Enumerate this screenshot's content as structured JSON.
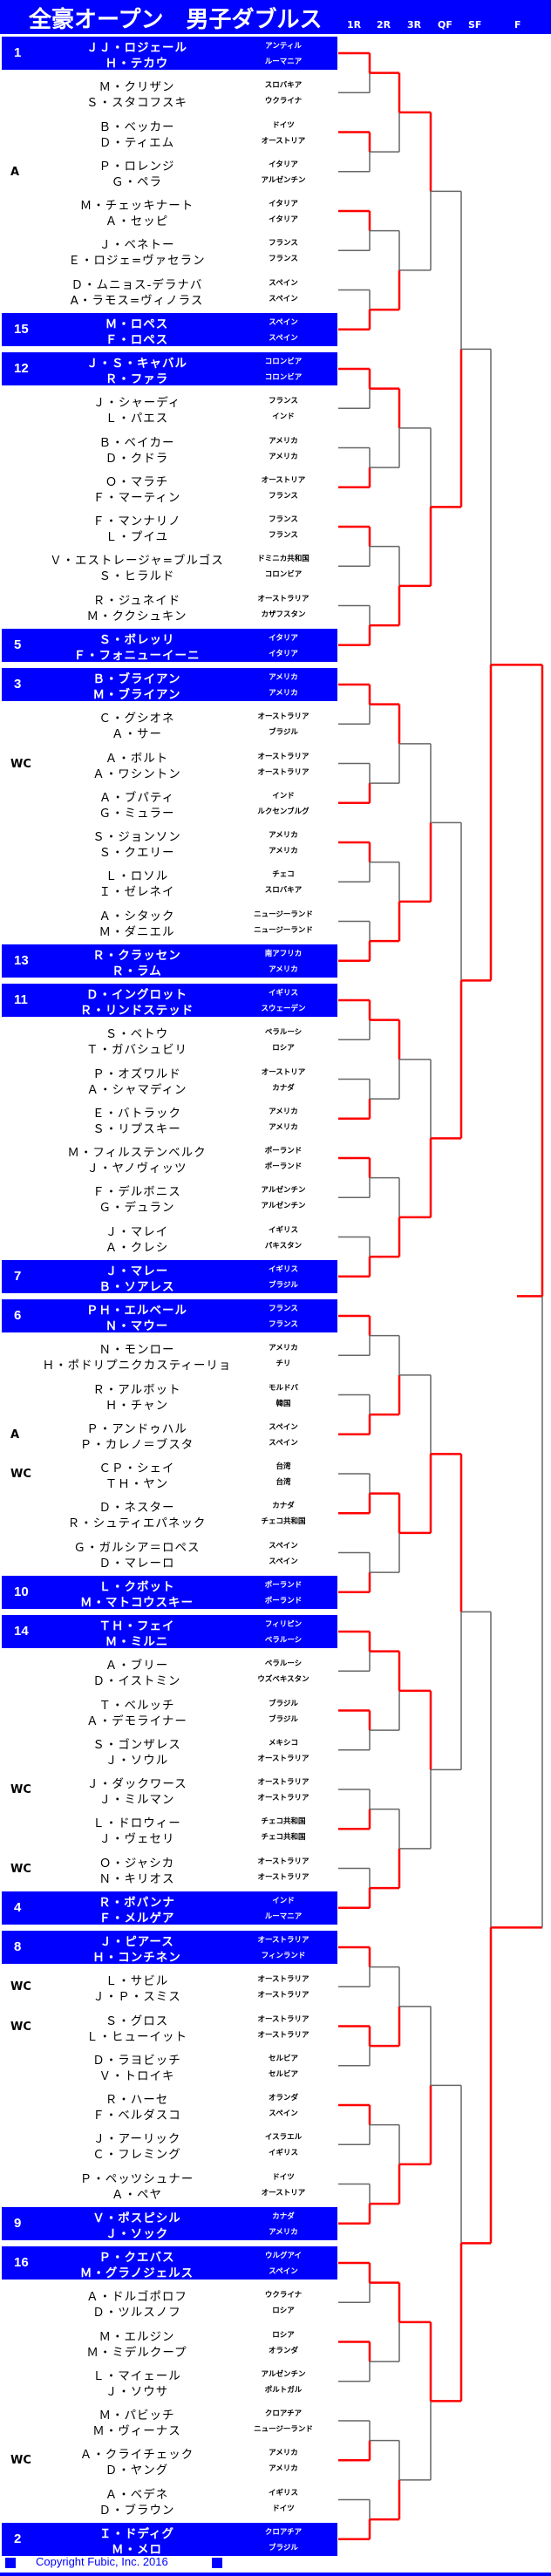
{
  "header": {
    "title": "全豪オープン　男子ダブルス",
    "rounds": [
      "1R",
      "2R",
      "3R",
      "QF",
      "SF",
      "F"
    ]
  },
  "colors": {
    "seed_bg": "#0000ff",
    "winner_line": "#ff0000",
    "loser_line": "#666666"
  },
  "pairs": [
    {
      "seed": "1",
      "tag": "",
      "p1": "ＪＪ・ロジェール",
      "c1": "アンティル",
      "p2": "Ｈ・テカウ",
      "c2": "ルーマニア"
    },
    {
      "seed": "",
      "tag": "",
      "p1": "Ｍ・クリザン",
      "c1": "スロバキア",
      "p2": "Ｓ・スタコフスキ",
      "c2": "ウクライナ"
    },
    {
      "seed": "",
      "tag": "",
      "p1": "Ｂ・ベッカー",
      "c1": "ドイツ",
      "p2": "Ｄ・ティエム",
      "c2": "オーストリア"
    },
    {
      "seed": "",
      "tag": "A",
      "p1": "Ｐ・ロレンジ",
      "c1": "イタリア",
      "p2": "Ｇ・ペラ",
      "c2": "アルゼンチン"
    },
    {
      "seed": "",
      "tag": "",
      "p1": "Ｍ・チェッキナート",
      "c1": "イタリア",
      "p2": "Ａ・セッピ",
      "c2": "イタリア"
    },
    {
      "seed": "",
      "tag": "",
      "p1": "Ｊ・ベネトー",
      "c1": "フランス",
      "p2": "Ｅ・ロジェ=ヴァセラン",
      "c2": "フランス"
    },
    {
      "seed": "",
      "tag": "",
      "p1": "Ｄ・ムニョス-デラナバ",
      "c1": "スペイン",
      "p2": "A・ラモス=ヴィノラス",
      "c2": "スペイン"
    },
    {
      "seed": "15",
      "tag": "",
      "p1": "Ｍ・ロペス",
      "c1": "スペイン",
      "p2": "Ｆ・ロペス",
      "c2": "スペイン"
    },
    {
      "seed": "12",
      "tag": "",
      "p1": "Ｊ・Ｓ・キャバル",
      "c1": "コロンビア",
      "p2": "Ｒ・ファラ",
      "c2": "コロンビア"
    },
    {
      "seed": "",
      "tag": "",
      "p1": "Ｊ・シャーディ",
      "c1": "フランス",
      "p2": "Ｌ・パエス",
      "c2": "インド"
    },
    {
      "seed": "",
      "tag": "",
      "p1": "Ｂ・ベイカー",
      "c1": "アメリカ",
      "p2": "Ｄ・クドラ",
      "c2": "アメリカ"
    },
    {
      "seed": "",
      "tag": "",
      "p1": "Ｏ・マラチ",
      "c1": "オーストリア",
      "p2": "Ｆ・マーティン",
      "c2": "フランス"
    },
    {
      "seed": "",
      "tag": "",
      "p1": "Ｆ・マンナリノ",
      "c1": "フランス",
      "p2": "Ｌ・プイユ",
      "c2": "フランス"
    },
    {
      "seed": "",
      "tag": "",
      "p1": "Ｖ・エストレージャ=ブルゴス",
      "c1": "ドミニカ共和国",
      "p2": "Ｓ・ヒラルド",
      "c2": "コロンビア"
    },
    {
      "seed": "",
      "tag": "",
      "p1": "Ｒ・ジュネイド",
      "c1": "オーストラリア",
      "p2": "Ｍ・ククシュキン",
      "c2": "カザフスタン"
    },
    {
      "seed": "5",
      "tag": "",
      "p1": "Ｓ・ボレッリ",
      "c1": "イタリア",
      "p2": "Ｆ・フォニューイーニ",
      "c2": "イタリア"
    },
    {
      "seed": "3",
      "tag": "",
      "p1": "Ｂ・ブライアン",
      "c1": "アメリカ",
      "p2": "Ｍ・ブライアン",
      "c2": "アメリカ"
    },
    {
      "seed": "",
      "tag": "",
      "p1": "Ｃ・グシオネ",
      "c1": "オーストラリア",
      "p2": "Ａ・サー",
      "c2": "ブラジル"
    },
    {
      "seed": "",
      "tag": "WC",
      "p1": "Ａ・ボルト",
      "c1": "オーストラリア",
      "p2": "Ａ・ワシントン",
      "c2": "オーストラリア"
    },
    {
      "seed": "",
      "tag": "",
      "p1": "Ａ・ブパティ",
      "c1": "インド",
      "p2": "Ｇ・ミュラー",
      "c2": "ルクセンブルグ"
    },
    {
      "seed": "",
      "tag": "",
      "p1": "Ｓ・ジョンソン",
      "c1": "アメリカ",
      "p2": "Ｓ・クエリー",
      "c2": "アメリカ"
    },
    {
      "seed": "",
      "tag": "",
      "p1": "Ｌ・ロソル",
      "c1": "チェコ",
      "p2": "Ｉ・ゼレネイ",
      "c2": "スロバキア"
    },
    {
      "seed": "",
      "tag": "",
      "p1": "Ａ・シタック",
      "c1": "ニュージーランド",
      "p2": "Ｍ・ダニエル",
      "c2": "ニュージーランド"
    },
    {
      "seed": "13",
      "tag": "",
      "p1": "Ｒ・クラッセン",
      "c1": "南アフリカ",
      "p2": "Ｒ・ラム",
      "c2": "アメリカ"
    },
    {
      "seed": "11",
      "tag": "",
      "p1": "Ｄ・イングロット",
      "c1": "イギリス",
      "p2": "Ｒ・リンドステッド",
      "c2": "スウェーデン"
    },
    {
      "seed": "",
      "tag": "",
      "p1": "Ｓ・ベトウ",
      "c1": "ベラルーシ",
      "p2": "Ｔ・ガバシュビリ",
      "c2": "ロシア"
    },
    {
      "seed": "",
      "tag": "",
      "p1": "Ｐ・オズワルド",
      "c1": "オーストリア",
      "p2": "Ａ・シャマディン",
      "c2": "カナダ"
    },
    {
      "seed": "",
      "tag": "",
      "p1": "Ｅ・バトラック",
      "c1": "アメリカ",
      "p2": "Ｓ・リプスキー",
      "c2": "アメリカ"
    },
    {
      "seed": "",
      "tag": "",
      "p1": "Ｍ・フィルステンベルク",
      "c1": "ポーランド",
      "p2": "Ｊ・ヤノヴィッツ",
      "c2": "ポーランド"
    },
    {
      "seed": "",
      "tag": "",
      "p1": "Ｆ・デルボニス",
      "c1": "アルゼンチン",
      "p2": "Ｇ・デュラン",
      "c2": "アルゼンチン"
    },
    {
      "seed": "",
      "tag": "",
      "p1": "Ｊ・マレイ",
      "c1": "イギリス",
      "p2": "Ａ・クレシ",
      "c2": "パキスタン"
    },
    {
      "seed": "7",
      "tag": "",
      "p1": "Ｊ・マレー",
      "c1": "イギリス",
      "p2": "Ｂ・ソアレス",
      "c2": "ブラジル"
    },
    {
      "seed": "6",
      "tag": "",
      "p1": "ＰＨ・エルベール",
      "c1": "フランス",
      "p2": "Ｎ・マウー",
      "c2": "フランス"
    },
    {
      "seed": "",
      "tag": "",
      "p1": "Ｎ・モンロー",
      "c1": "アメリカ",
      "p2": "Ｈ・ポドリプニクカスティーリョ",
      "c2": "チリ"
    },
    {
      "seed": "",
      "tag": "",
      "p1": "Ｒ・アルボット",
      "c1": "モルドバ",
      "p2": "Ｈ・チャン",
      "c2": "韓国"
    },
    {
      "seed": "",
      "tag": "A",
      "p1": "Ｐ・アンドゥハル",
      "c1": "スペイン",
      "p2": "Ｐ・カレノ＝ブスタ",
      "c2": "スペイン"
    },
    {
      "seed": "",
      "tag": "WC",
      "p1": "ＣＰ・シェイ",
      "c1": "台湾",
      "p2": "ＴＨ・ヤン",
      "c2": "台湾"
    },
    {
      "seed": "",
      "tag": "",
      "p1": "Ｄ・ネスター",
      "c1": "カナダ",
      "p2": "Ｒ・シュティエパネック",
      "c2": "チェコ共和国"
    },
    {
      "seed": "",
      "tag": "",
      "p1": "Ｇ・ガルシア＝ロペス",
      "c1": "スペイン",
      "p2": "Ｄ・マレーロ",
      "c2": "スペイン"
    },
    {
      "seed": "10",
      "tag": "",
      "p1": "Ｌ・クボット",
      "c1": "ポーランド",
      "p2": "Ｍ・マトコウスキー",
      "c2": "ポーランド"
    },
    {
      "seed": "14",
      "tag": "",
      "p1": "ＴＨ・フェイ",
      "c1": "フィリピン",
      "p2": "Ｍ・ミルニ",
      "c2": "ベラルーシ"
    },
    {
      "seed": "",
      "tag": "",
      "p1": "Ａ・ブリー",
      "c1": "ベラルーシ",
      "p2": "Ｄ・イストミン",
      "c2": "ウズベキスタン"
    },
    {
      "seed": "",
      "tag": "",
      "p1": "Ｔ・ベルッチ",
      "c1": "ブラジル",
      "p2": "Ａ・デモライナー",
      "c2": "ブラジル"
    },
    {
      "seed": "",
      "tag": "",
      "p1": "Ｓ・ゴンザレス",
      "c1": "メキシコ",
      "p2": "Ｊ・ソウル",
      "c2": "オーストラリア"
    },
    {
      "seed": "",
      "tag": "WC",
      "p1": "Ｊ・ダックワース",
      "c1": "オーストラリア",
      "p2": "Ｊ・ミルマン",
      "c2": "オーストラリア"
    },
    {
      "seed": "",
      "tag": "",
      "p1": "Ｌ・ドロウィー",
      "c1": "チェコ共和国",
      "p2": "Ｊ・ヴェセリ",
      "c2": "チェコ共和国"
    },
    {
      "seed": "",
      "tag": "WC",
      "p1": "Ｏ・ジャシカ",
      "c1": "オーストラリア",
      "p2": "Ｎ・キリオス",
      "c2": "オーストラリア"
    },
    {
      "seed": "4",
      "tag": "",
      "p1": "Ｒ・ボパンナ",
      "c1": "インド",
      "p2": "Ｆ・メルゲア",
      "c2": "ルーマニア"
    },
    {
      "seed": "8",
      "tag": "",
      "p1": "Ｊ・ピアース",
      "c1": "オーストラリア",
      "p2": "Ｈ・コンチネン",
      "c2": "フィンランド"
    },
    {
      "seed": "",
      "tag": "WC",
      "p1": "Ｌ・サビル",
      "c1": "オーストラリア",
      "p2": "Ｊ・Ｐ・スミス",
      "c2": "オーストラリア"
    },
    {
      "seed": "",
      "tag": "WC",
      "p1": "Ｓ・グロス",
      "c1": "オーストラリア",
      "p2": "Ｌ・ヒューイット",
      "c2": "オーストラリア"
    },
    {
      "seed": "",
      "tag": "",
      "p1": "Ｄ・ラヨビッチ",
      "c1": "セルビア",
      "p2": "Ｖ・トロイキ",
      "c2": "セルビア"
    },
    {
      "seed": "",
      "tag": "",
      "p1": "Ｒ・ハーセ",
      "c1": "オランダ",
      "p2": "Ｆ・ベルダスコ",
      "c2": "スペイン"
    },
    {
      "seed": "",
      "tag": "",
      "p1": "Ｊ・アーリック",
      "c1": "イスラエル",
      "p2": "Ｃ・フレミング",
      "c2": "イギリス"
    },
    {
      "seed": "",
      "tag": "",
      "p1": "Ｐ・ペッツシュナー",
      "c1": "ドイツ",
      "p2": "Ａ・ペヤ",
      "c2": "オーストリア"
    },
    {
      "seed": "9",
      "tag": "",
      "p1": "Ｖ・ポスピシル",
      "c1": "カナダ",
      "p2": "Ｊ・ソック",
      "c2": "アメリカ"
    },
    {
      "seed": "16",
      "tag": "",
      "p1": "Ｐ・クエバス",
      "c1": "ウルグアイ",
      "p2": "Ｍ・グラノジェルス",
      "c2": "スペイン"
    },
    {
      "seed": "",
      "tag": "",
      "p1": "Ａ・ドルゴポロフ",
      "c1": "ウクライナ",
      "p2": "Ｄ・ツルスノフ",
      "c2": "ロシア"
    },
    {
      "seed": "",
      "tag": "",
      "p1": "Ｍ・エルジン",
      "c1": "ロシア",
      "p2": "Ｍ・ミデルクープ",
      "c2": "オランダ"
    },
    {
      "seed": "",
      "tag": "",
      "p1": "Ｌ・マイェール",
      "c1": "アルゼンチン",
      "p2": "Ｊ・ソウサ",
      "c2": "ポルトガル"
    },
    {
      "seed": "",
      "tag": "",
      "p1": "Ｍ・パビッチ",
      "c1": "クロアチア",
      "p2": "Ｍ・ヴィーナス",
      "c2": "ニュージーランド"
    },
    {
      "seed": "",
      "tag": "WC",
      "p1": "Ａ・クライチェック",
      "c1": "アメリカ",
      "p2": "Ｄ・ヤング",
      "c2": "アメリカ"
    },
    {
      "seed": "",
      "tag": "",
      "p1": "Ａ・ベデネ",
      "c1": "イギリス",
      "p2": "Ｄ・ブラウン",
      "c2": "ドイツ"
    },
    {
      "seed": "2",
      "tag": "",
      "p1": "Ｉ・ドディグ",
      "c1": "クロアチア",
      "p2": "Ｍ・メロ",
      "c2": "ブラジル"
    }
  ],
  "results": {
    "r1": [
      0,
      0,
      0,
      1,
      0,
      1,
      0,
      1,
      0,
      1,
      0,
      1,
      0,
      1,
      0,
      1,
      0,
      1,
      1,
      1,
      0,
      0,
      1,
      1,
      0,
      0,
      0,
      1,
      0,
      0,
      1,
      1
    ],
    "r2": [
      0,
      1,
      0,
      1,
      0,
      1,
      0,
      1,
      1,
      0,
      0,
      1,
      1,
      1,
      0,
      1
    ],
    "r3": [
      0,
      1,
      1,
      1,
      1,
      0,
      1,
      0
    ],
    "qf": [
      1,
      1,
      0,
      1
    ],
    "sf": [
      1,
      1
    ],
    "f": [
      0
    ]
  },
  "footer": {
    "copyright": "Copyright  Fubic, Inc. 2016"
  }
}
